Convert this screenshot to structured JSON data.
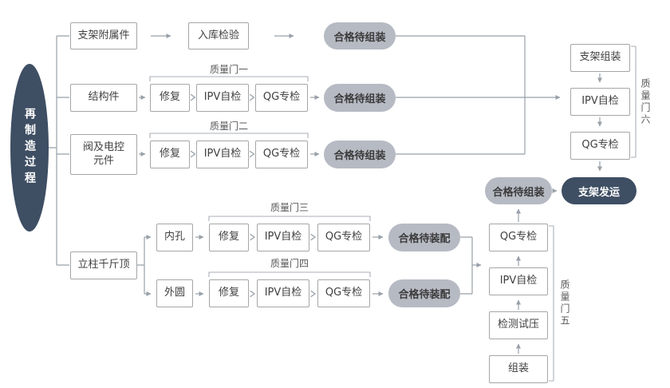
{
  "root": {
    "label": "再制造过程"
  },
  "rows": {
    "accessory": {
      "part": "支架附属件",
      "inspect": "入库检验",
      "result": "合格待组装"
    },
    "structure": {
      "part": "结构件",
      "repair": "修复",
      "ipv": "IPV自检",
      "qg": "QG专检",
      "gate": "质量门一",
      "result": "合格待组装"
    },
    "valve": {
      "part": "阀及电控\n元件",
      "repair": "修复",
      "ipv": "IPV自检",
      "qg": "QG专检",
      "gate": "质量门二",
      "result": "合格待组装"
    }
  },
  "jack": {
    "part": "立柱千斤顶",
    "inner": {
      "part": "内孔",
      "repair": "修复",
      "ipv": "IPV自检",
      "qg": "QG专检",
      "gate": "质量门三",
      "result": "合格待装配"
    },
    "outer": {
      "part": "外圆",
      "repair": "修复",
      "ipv": "IPV自检",
      "qg": "QG专检",
      "gate": "质量门四",
      "result": "合格待装配"
    }
  },
  "assembly": {
    "steps": [
      "组装",
      "检测试压",
      "IPV自检",
      "QG专检"
    ],
    "gate": "质量门五",
    "result": "合格待组装"
  },
  "final": {
    "steps": [
      "支架组装",
      "IPV自检",
      "QG专检"
    ],
    "gate": "质量门六",
    "ship": "支架发运"
  },
  "colors": {
    "navy": "#3e4e63",
    "pill_gray": "#b6bac3",
    "box_border": "#a6a6a6",
    "line": "#98a0a8",
    "text": "#404040"
  }
}
